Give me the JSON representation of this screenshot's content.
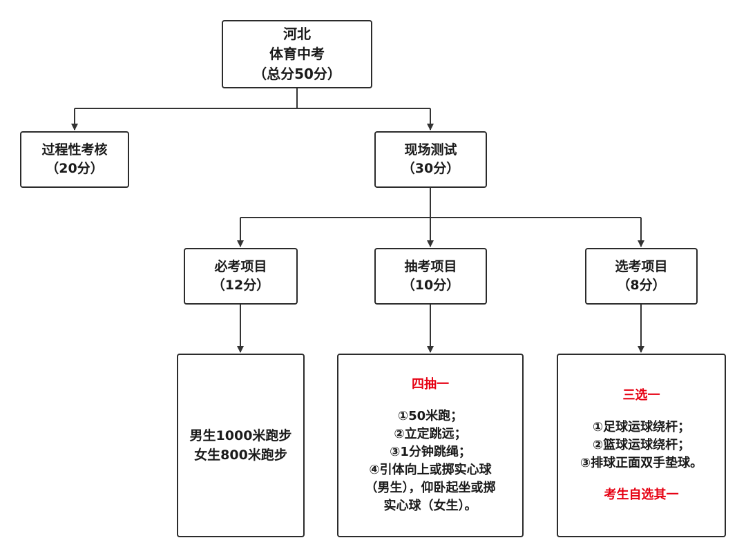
{
  "root": {
    "lines": [
      "河北",
      "体育中考",
      "（总分50分）"
    ]
  },
  "process": {
    "title": "过程性考核",
    "score": "（20分）"
  },
  "onsite": {
    "title": "现场测试",
    "score": "（30分）"
  },
  "required": {
    "title": "必考项目",
    "score": "（12分）",
    "details": [
      "男生1000米跑步",
      "女生800米跑步"
    ]
  },
  "lottery": {
    "title": "抽考项目",
    "score": "（10分）",
    "heading": "四抽一",
    "items": [
      "①50米跑；",
      "②立定跳远；",
      "③1分钟跳绳；",
      "④引体向上或掷实心球",
      "（男生），仰卧起坐或掷",
      "实心球（女生）。"
    ]
  },
  "elective": {
    "title": "选考项目",
    "score": "（8分）",
    "heading": "三选一",
    "items": [
      "①足球运球绕杆；",
      "②篮球运球绕杆；",
      "③排球正面双手垫球。"
    ],
    "footer": "考生自选其一"
  },
  "colors": {
    "accent_red": "#e60012",
    "border": "#2b2b2b",
    "line": "#333333"
  }
}
